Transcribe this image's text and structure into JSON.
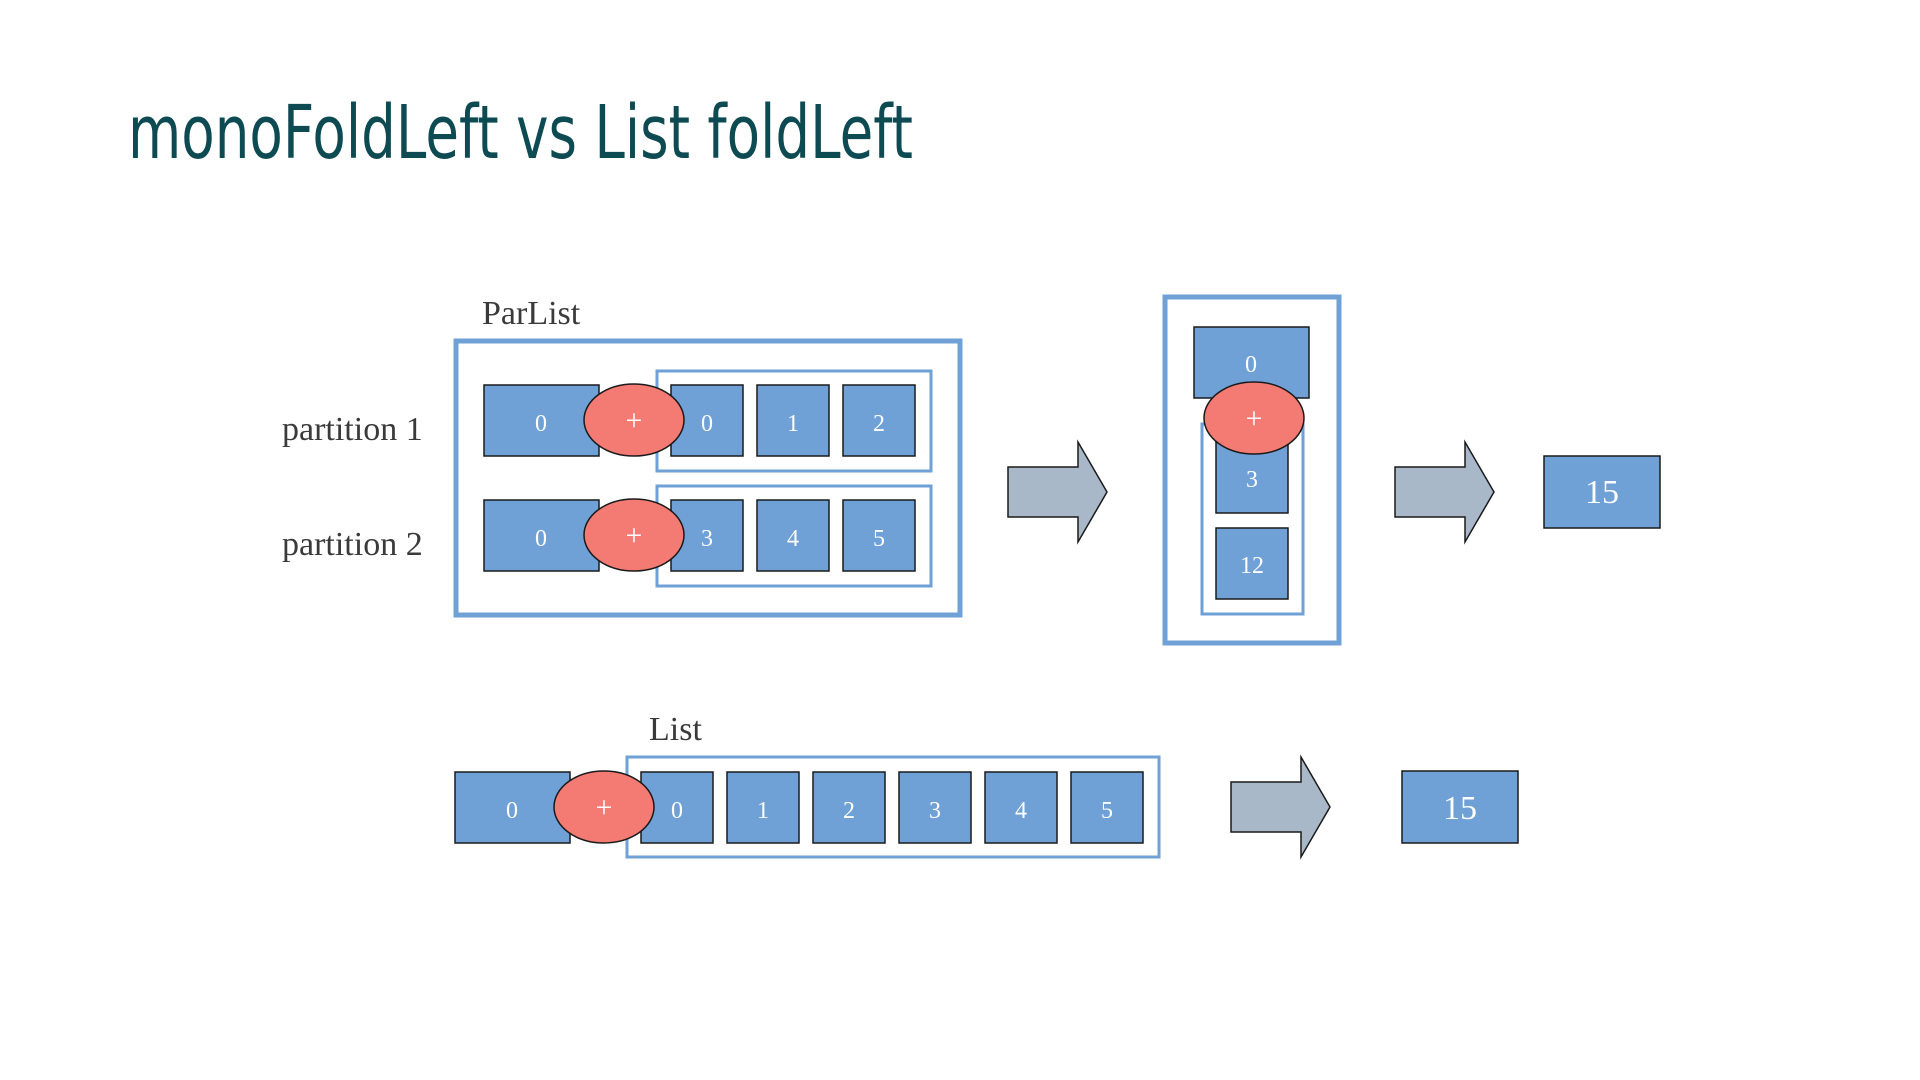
{
  "slide": {
    "title": "monoFoldLeft vs List foldLeft"
  },
  "colors": {
    "title": "#0d4a52",
    "label": "#3a3a3a",
    "cell_fill": "#6fa0d6",
    "cell_stroke": "#1a1a1a",
    "cell_text": "#ffffff",
    "frame": "#6fa0d6",
    "op_fill": "#f47b73",
    "arrow_fill": "#a8b8c8"
  },
  "parlist": {
    "label": "ParList",
    "partitions": [
      {
        "label": "partition 1",
        "zero": "0",
        "op": "+",
        "values": [
          "0",
          "1",
          "2"
        ]
      },
      {
        "label": "partition 2",
        "zero": "0",
        "op": "+",
        "values": [
          "3",
          "4",
          "5"
        ]
      }
    ],
    "combine": {
      "zero": "0",
      "op": "+",
      "values": [
        "3",
        "12"
      ]
    },
    "result": "15"
  },
  "list": {
    "label": "List",
    "zero": "0",
    "op": "+",
    "values": [
      "0",
      "1",
      "2",
      "3",
      "4",
      "5"
    ],
    "result": "15"
  }
}
